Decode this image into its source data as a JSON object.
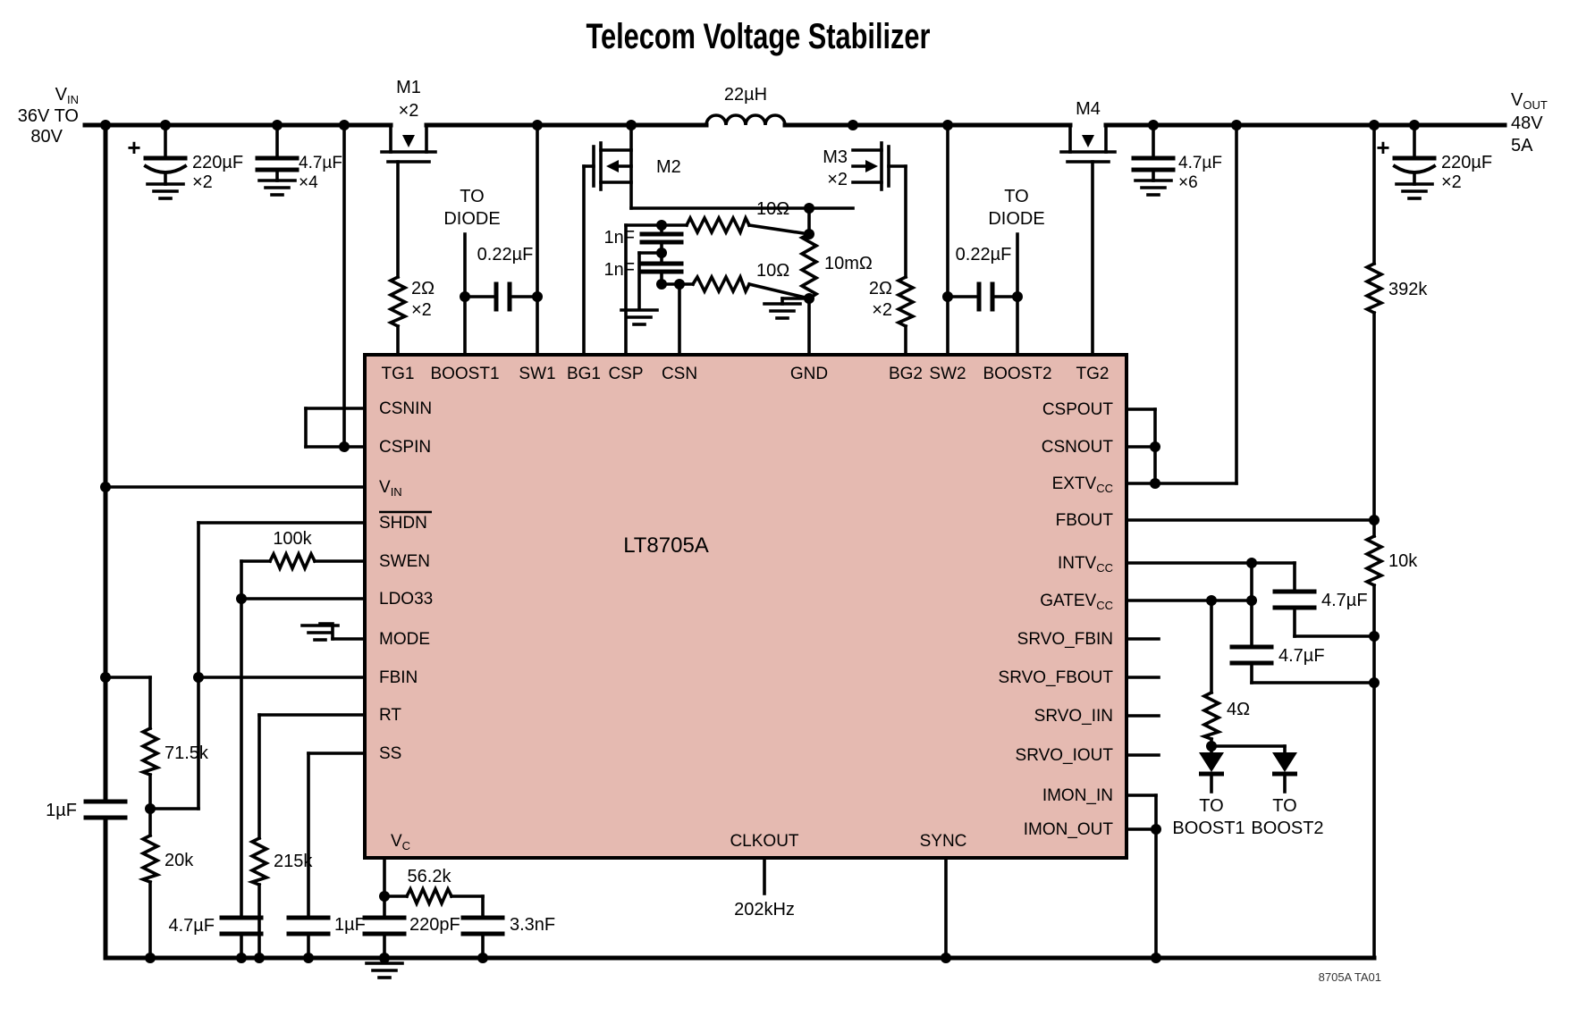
{
  "title": "Telecom Voltage Stabilizer",
  "figure_id": "8705A TA01",
  "ic": {
    "name": "LT8705A",
    "pins": {
      "top": [
        "TG1",
        "BOOST1",
        "SW1",
        "BG1",
        "CSP",
        "CSN",
        "GND",
        "BG2",
        "SW2",
        "BOOST2",
        "TG2"
      ],
      "left": [
        {
          "label": "CSNIN"
        },
        {
          "label": "CSPIN"
        },
        {
          "label": "V",
          "sub": "IN"
        },
        {
          "label": "SHDN"
        },
        {
          "label": "SWEN"
        },
        {
          "label": "LDO33"
        },
        {
          "label": "MODE"
        },
        {
          "label": "FBIN"
        },
        {
          "label": "RT"
        },
        {
          "label": "SS"
        }
      ],
      "right": [
        {
          "label": "CSPOUT"
        },
        {
          "label": "CSNOUT"
        },
        {
          "label": "EXTV",
          "sub": "CC"
        },
        {
          "label": "FBOUT"
        },
        {
          "label": "INTV",
          "sub": "CC"
        },
        {
          "label": "GATEV",
          "sub": "CC"
        },
        {
          "label": "SRVO_FBIN"
        },
        {
          "label": "SRVO_FBOUT"
        },
        {
          "label": "SRVO_IIN"
        },
        {
          "label": "SRVO_IOUT"
        },
        {
          "label": "IMON_IN"
        },
        {
          "label": "IMON_OUT"
        }
      ],
      "bottom": [
        {
          "label": "V",
          "sub": "C"
        },
        {
          "label": "CLKOUT"
        },
        {
          "label": "SYNC"
        }
      ]
    }
  },
  "ports": {
    "input": {
      "name": "V",
      "sub": "IN",
      "line2": "36V TO",
      "line3": "80V"
    },
    "output": {
      "name": "V",
      "sub": "OUT",
      "line2": "48V",
      "line3": "5A"
    }
  },
  "components": {
    "cap_in_bulk": {
      "plus": "+",
      "value": "220µF",
      "qty": "×2"
    },
    "cap_in_cer": {
      "value": "4.7µF",
      "qty": "×4"
    },
    "cap_out_cer": {
      "value": "4.7µF",
      "qty": "×6"
    },
    "cap_out_bulk": {
      "plus": "+",
      "value": "220µF",
      "qty": "×2"
    },
    "m1": {
      "name": "M1",
      "qty": "×2"
    },
    "m2": {
      "name": "M2"
    },
    "m3": {
      "name": "M3",
      "qty": "×2"
    },
    "m4": {
      "name": "M4"
    },
    "inductor": {
      "value": "22µH"
    },
    "res_tg1": {
      "value": "2Ω",
      "qty": "×2"
    },
    "res_bg2": {
      "value": "2Ω",
      "qty": "×2"
    },
    "cap_boost1": {
      "value": "0.22µF"
    },
    "cap_boost2": {
      "value": "0.22µF"
    },
    "to_diode_left": {
      "l1": "TO",
      "l2": "DIODE"
    },
    "to_diode_right": {
      "l1": "TO",
      "l2": "DIODE"
    },
    "cap_snub1": {
      "value": "1nF"
    },
    "cap_snub2": {
      "value": "1nF"
    },
    "res_snub1": {
      "value": "10Ω"
    },
    "res_snub2": {
      "value": "10Ω"
    },
    "res_sense": {
      "value": "10mΩ"
    },
    "res_fb_top": {
      "value": "392k"
    },
    "res_fb_bot": {
      "value": "10k"
    },
    "cap_intvcc": {
      "value": "4.7µF"
    },
    "cap_gatevcc": {
      "value": "4.7µF"
    },
    "res_gate": {
      "value": "4Ω"
    },
    "d1": {
      "l1": "TO",
      "l2": "BOOST1"
    },
    "d2": {
      "l1": "TO",
      "l2": "BOOST2"
    },
    "res_shdn_top": {
      "value": "71.5k"
    },
    "res_shdn_bot": {
      "value": "20k"
    },
    "cap_vin_local": {
      "value": "1µF"
    },
    "res_swen": {
      "value": "100k"
    },
    "cap_ldo33": {
      "value": "4.7µF"
    },
    "res_rt": {
      "value": "215k"
    },
    "cap_ss": {
      "value": "1µF"
    },
    "res_vc": {
      "value": "56.2k"
    },
    "cap_vc1": {
      "value": "220pF"
    },
    "cap_vc2": {
      "value": "3.3nF"
    },
    "clkout_freq": "202kHz"
  }
}
